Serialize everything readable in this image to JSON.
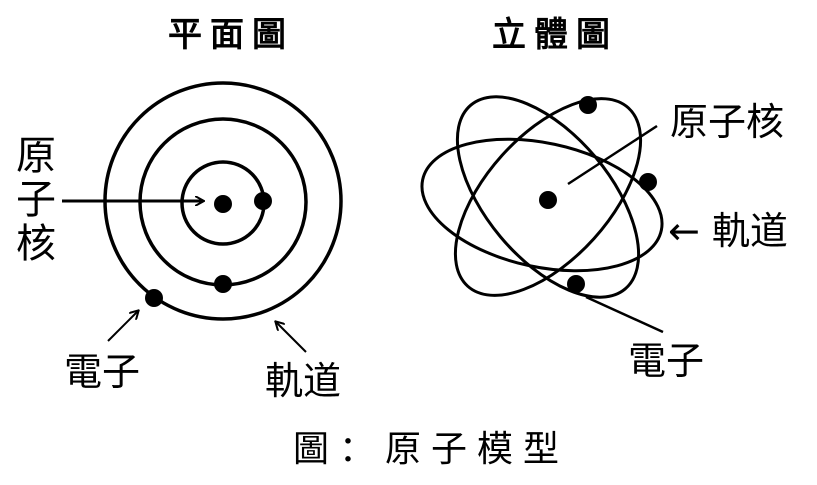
{
  "flat_diagram": {
    "title": "平面圖",
    "labels": {
      "nucleus": "原子核",
      "electron": "電子",
      "orbit": "軌道"
    }
  },
  "three_d_diagram": {
    "title": "立體圖",
    "labels": {
      "nucleus": "原子核",
      "orbit": "← 軌道",
      "electron": "電子"
    }
  },
  "caption": "圖：原子模型",
  "colors": {
    "ink": "#000000",
    "background": "#ffffff"
  }
}
